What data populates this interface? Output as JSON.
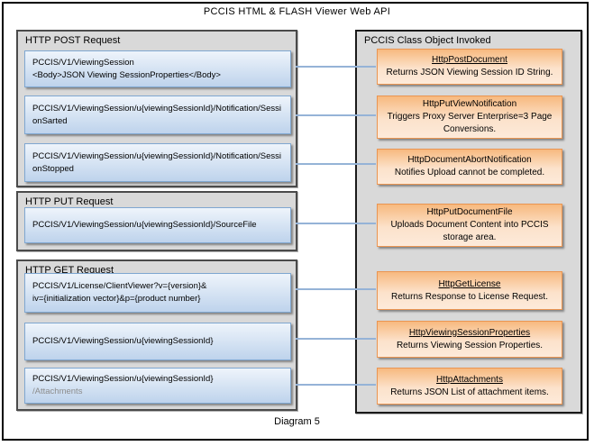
{
  "title": "PCCIS  HTML  & FLASH Viewer Web  API",
  "caption": "Diagram 5",
  "colors": {
    "panel_bg": "#d9d9d9",
    "blue_box_border": "#7fa7d1",
    "blue_box_fill_top": "#eef4fb",
    "blue_box_fill_bottom": "#bed3ec",
    "orange_box_border": "#ea9552",
    "orange_box_fill_top": "#f7b97f",
    "orange_box_fill_bottom": "#fdeada",
    "connector_line": "#95b3d7",
    "muted_text": "#8c8c8c"
  },
  "left_panels": [
    {
      "label": "HTTP POST Request",
      "items": [
        {
          "text": "PCCIS/V1/ViewingSession\n<Body>JSON Viewing SessionProperties</Body>"
        },
        {
          "text": "PCCIS/V1/ViewingSession/u{viewingSessionId}/Notification/SessionSarted"
        },
        {
          "text": "PCCIS/V1/ViewingSession/u{viewingSessionId}/Notification/SessionStopped"
        }
      ]
    },
    {
      "label": "HTTP PUT Request",
      "items": [
        {
          "text": "PCCIS/V1/ViewingSession/u{viewingSessionId}/SourceFile"
        }
      ]
    },
    {
      "label": "HTTP GET Request",
      "items": [
        {
          "text": "PCCIS/V1/License/ClientViewer?v={version}&\niv={initialization vector}&p={product number}"
        },
        {
          "text": "PCCIS/V1/ViewingSession/u{viewingSessionId}"
        },
        {
          "text": "PCCIS/V1/ViewingSession/u{viewingSessionId}",
          "muted_suffix": "/Attachments"
        }
      ]
    }
  ],
  "right_panel": {
    "label": "PCCIS Class Object Invoked",
    "classes": [
      {
        "name": "HttpPostDocument",
        "underline": true,
        "desc": "Returns JSON Viewing Session ID String."
      },
      {
        "name": "HttpPutViewNotification",
        "underline": false,
        "desc": "Triggers Proxy Server Enterprise=3 Page Conversions."
      },
      {
        "name": "HttpDocumentAbortNotification",
        "underline": false,
        "desc": "Notifies Upload cannot be completed."
      },
      {
        "name": "HttpPutDocumentFile",
        "underline": false,
        "desc": "Uploads Document Content into PCCIS storage area."
      },
      {
        "name": "HttpGetLicense",
        "underline": true,
        "desc": "Returns Response to License Request."
      },
      {
        "name": "HttpViewingSessionProperties",
        "underline": true,
        "desc": "Returns Viewing Session Properties."
      },
      {
        "name": "HttpAttachments",
        "underline": true,
        "desc": "Returns JSON List of attachment items."
      }
    ]
  }
}
